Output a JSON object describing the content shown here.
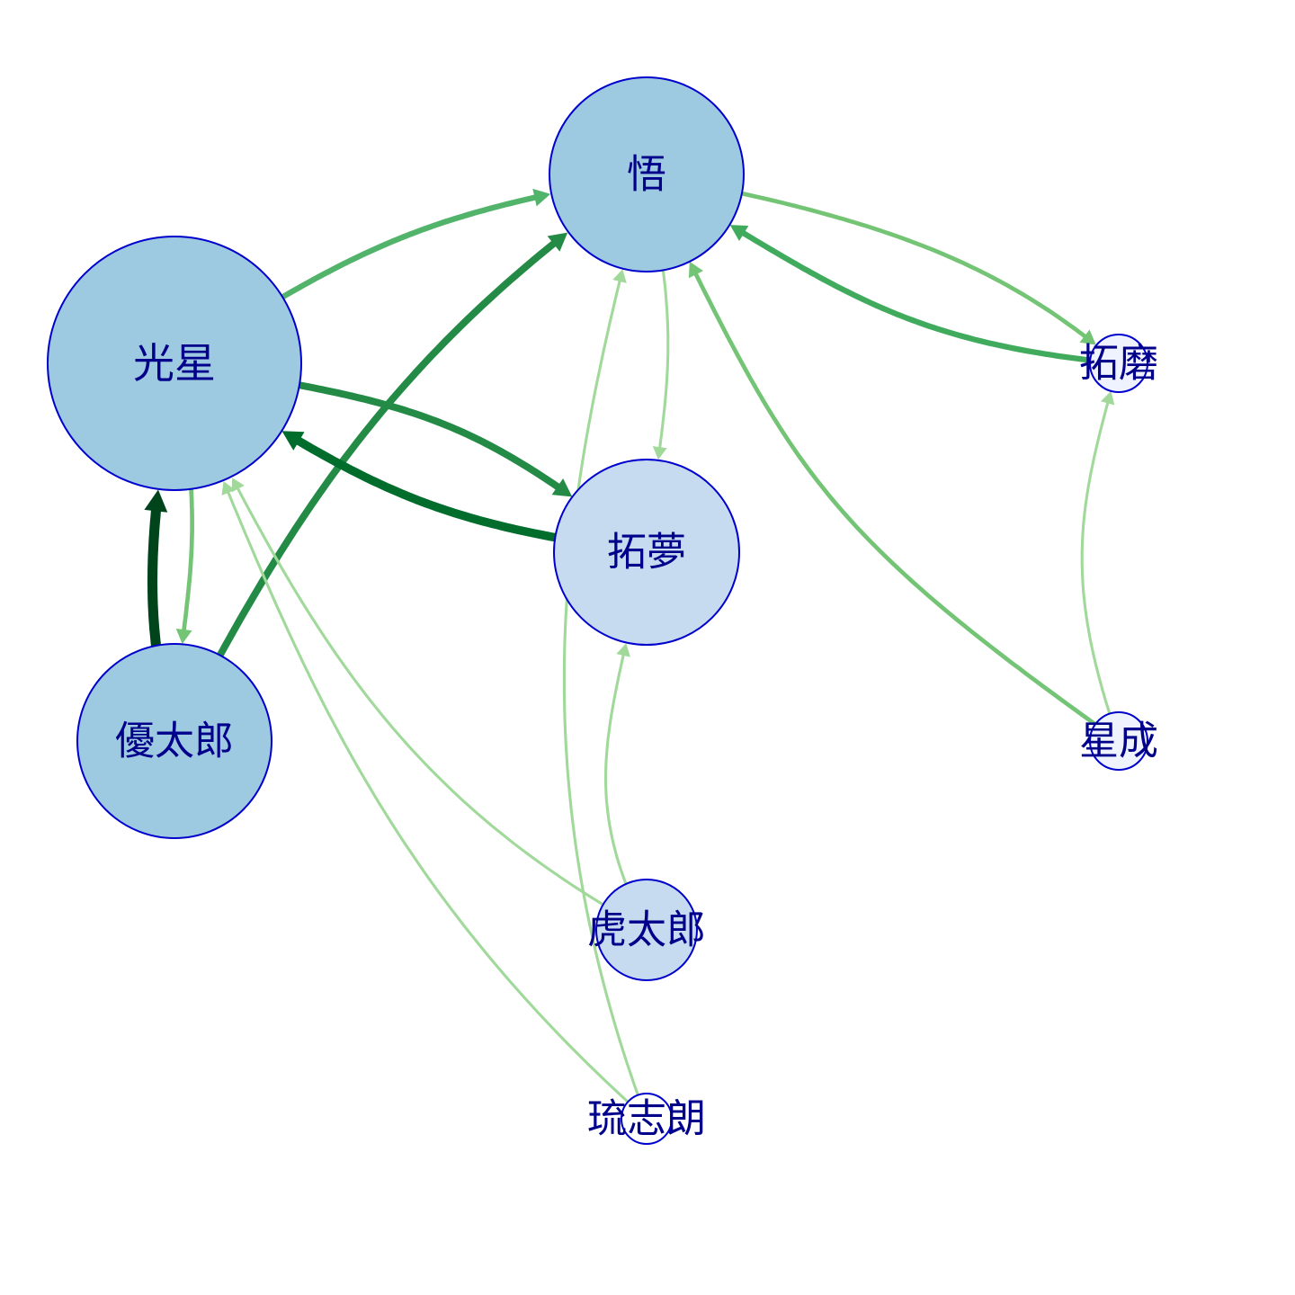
{
  "nodes": [
    {
      "id": "satoru",
      "label": "悟",
      "fill": "#9ecae1"
    },
    {
      "id": "kosei",
      "label": "光星",
      "fill": "#9ecae1"
    },
    {
      "id": "yutaro",
      "label": "優太郎",
      "fill": "#9ecae1"
    },
    {
      "id": "takumu",
      "label": "拓夢",
      "fill": "#c6dbef"
    },
    {
      "id": "kotaro",
      "label": "虎太郎",
      "fill": "#c6dbef"
    },
    {
      "id": "takuma",
      "label": "拓磨",
      "fill": "#eff3ff"
    },
    {
      "id": "seina",
      "label": "星成",
      "fill": "#eff3ff"
    },
    {
      "id": "rushiro",
      "label": "琉志朗",
      "fill": "#ffffff"
    }
  ],
  "edges": [
    {
      "from": "kosei",
      "to": "satoru",
      "weight": 3,
      "color": "#52b36a"
    },
    {
      "from": "yutaro",
      "to": "satoru",
      "weight": 4,
      "color": "#238b45"
    },
    {
      "from": "kosei",
      "to": "takumu",
      "weight": 4,
      "color": "#238b45"
    },
    {
      "from": "takumu",
      "to": "kosei",
      "weight": 5,
      "color": "#006d2c"
    },
    {
      "from": "yutaro",
      "to": "kosei",
      "weight": 6,
      "color": "#00441b"
    },
    {
      "from": "kosei",
      "to": "yutaro",
      "weight": 2,
      "color": "#74c476"
    },
    {
      "from": "satoru",
      "to": "takumu",
      "weight": 1,
      "color": "#a1d99b"
    },
    {
      "from": "satoru",
      "to": "takuma",
      "weight": 2,
      "color": "#74c476"
    },
    {
      "from": "takuma",
      "to": "satoru",
      "weight": 3,
      "color": "#41ab5d"
    },
    {
      "from": "seina",
      "to": "satoru",
      "weight": 2,
      "color": "#74c476"
    },
    {
      "from": "seina",
      "to": "takuma",
      "weight": 1,
      "color": "#a1d99b"
    },
    {
      "from": "kotaro",
      "to": "kosei",
      "weight": 1,
      "color": "#a1d99b"
    },
    {
      "from": "kotaro",
      "to": "takumu",
      "weight": 1,
      "color": "#a1d99b"
    },
    {
      "from": "rushiro",
      "to": "kosei",
      "weight": 1,
      "color": "#a1d99b"
    },
    {
      "from": "rushiro",
      "to": "satoru",
      "weight": 1,
      "color": "#a1d99b"
    }
  ]
}
